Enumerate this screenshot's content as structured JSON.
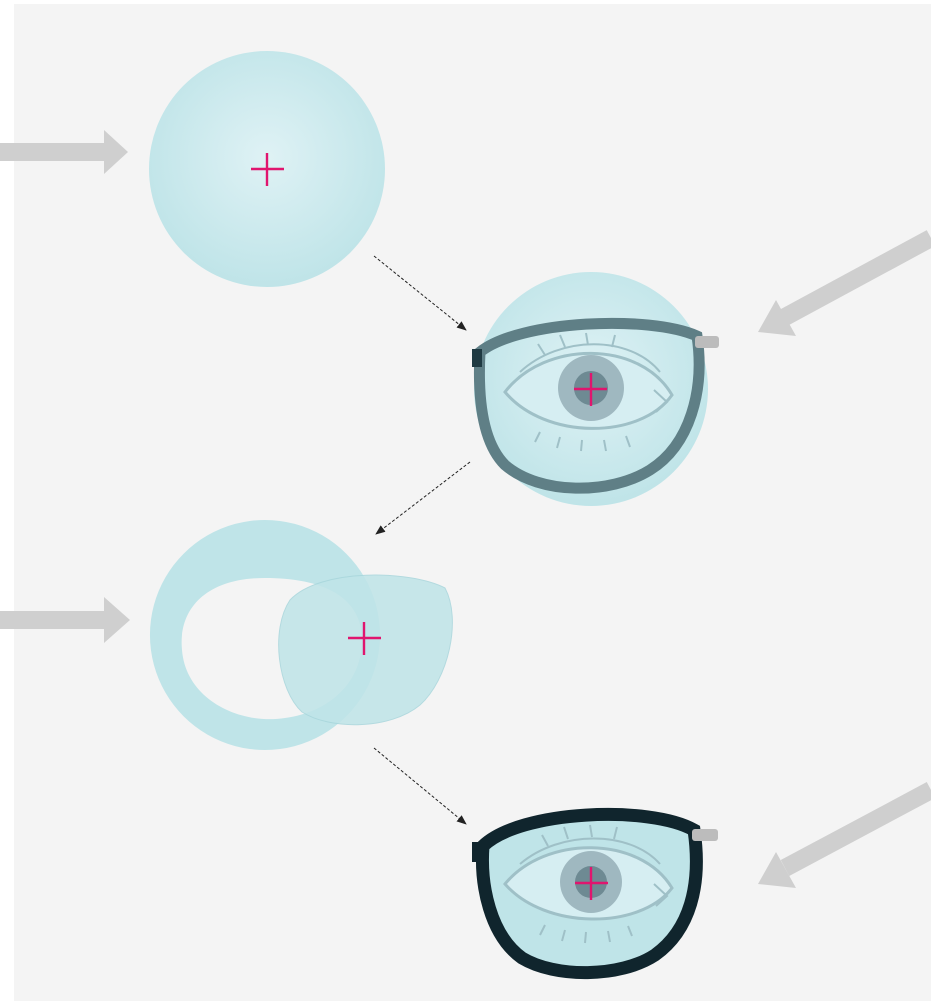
{
  "diagram": {
    "steps": [
      {
        "id": "uncut-lens",
        "has_center_cross": true
      },
      {
        "id": "lens-with-frame-outline",
        "has_center_cross": true,
        "shows_eye": true
      },
      {
        "id": "edged-lens",
        "has_center_cross": true
      },
      {
        "id": "finished-glasses",
        "has_center_cross": true,
        "shows_eye": true
      }
    ],
    "side_arrows": [
      {
        "id": "arrow-left-1",
        "direction": "right"
      },
      {
        "id": "arrow-right-1",
        "direction": "down-left"
      },
      {
        "id": "arrow-left-2",
        "direction": "right"
      },
      {
        "id": "arrow-right-2",
        "direction": "down-left"
      }
    ],
    "flow_arrows": 3
  },
  "colors": {
    "background": "#f4f4f4",
    "lens": "#bfe4e8",
    "lens_center": "#dff2f5",
    "cross": "#e0156e",
    "frame_light": "#5f7f86",
    "frame_dark": "#10252d",
    "side_arrow": "#cfcfcf",
    "flow_arrow": "#222222",
    "iris": "#9fb8c0",
    "pupil": "#6e8a93"
  }
}
